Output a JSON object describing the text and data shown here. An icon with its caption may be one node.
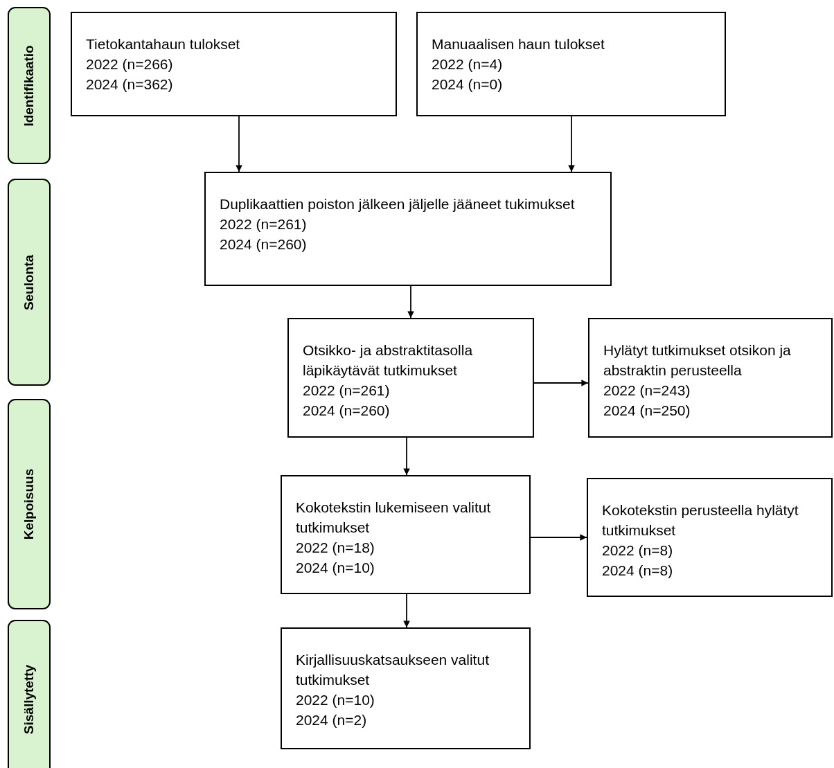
{
  "diagram": {
    "nodes": [
      {
        "text": [
          "Identifikaatio"
        ]
      },
      {
        "text": [
          "Seulonta"
        ]
      },
      {
        "text": [
          "Kelpoisuus"
        ]
      },
      {
        "text": [
          "Sisällytetty"
        ]
      },
      {
        "text": [
          "Tietokantahaun tulokset",
          "2022 (n=266)",
          "2024 (n=362)"
        ]
      },
      {
        "text": [
          "Manuaalisen haun tulokset",
          "2022 (n=4)",
          "2024 (n=0)"
        ]
      },
      {
        "text": [
          "Duplikaattien poiston jälkeen jäljelle jääneet tukimukset",
          "2022 (n=261)",
          "2024 (n=260)"
        ]
      },
      {
        "text": [
          "Otsikko- ja abstraktitasolla läpikäytävät tutkimukset",
          "2022 (n=261)",
          "2024 (n=260)"
        ]
      },
      {
        "text": [
          "Hylätyt tutkimukset otsikon ja abstraktin perusteella",
          "2022 (n=243)",
          "2024 (n=250)"
        ]
      },
      {
        "text": [
          "Kokotekstin lukemiseen valitut tutkimukset",
          "2022 (n=18)",
          "2024 (n=10)"
        ]
      },
      {
        "text": [
          "Kokotekstin perusteella hylätyt tutkimukset",
          "2022 (n=8)",
          "2024 (n=8)"
        ]
      },
      {
        "text": [
          "Kirjallisuuskatsaukseen valitut tutkimukset",
          "2022 (n=10)",
          "2024 (n=2)"
        ]
      }
    ],
    "edges": [
      {
        "from": 4,
        "to": 6,
        "arrow": "to"
      },
      {
        "from": 5,
        "to": 6,
        "arrow": "to"
      },
      {
        "from": 6,
        "to": 7,
        "arrow": "to"
      },
      {
        "from": 7,
        "to": 8,
        "arrow": "to"
      },
      {
        "from": 7,
        "to": 9,
        "arrow": "to"
      },
      {
        "from": 9,
        "to": 10,
        "arrow": "to"
      },
      {
        "from": 9,
        "to": 11,
        "arrow": "to"
      }
    ]
  }
}
